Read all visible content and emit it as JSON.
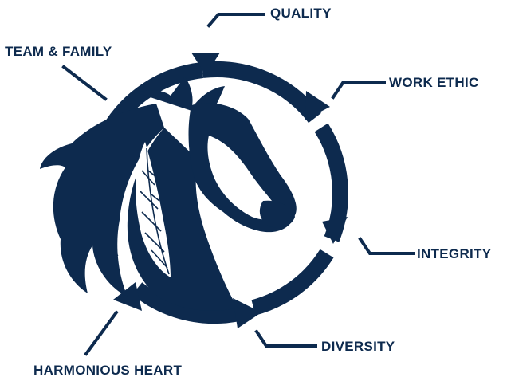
{
  "theme": {
    "primary": "#0d2a4e",
    "background": "#ffffff"
  },
  "values": {
    "quality": "QUALITY",
    "team_family": "TEAM & FAMILY",
    "work_ethic": "WORK ETHIC",
    "integrity": "INTEGRITY",
    "diversity": "DIVERSITY",
    "harmonious_heart": "HARMONIOUS HEART"
  },
  "logo": {
    "icon": "horse-head-with-feather-icon"
  }
}
